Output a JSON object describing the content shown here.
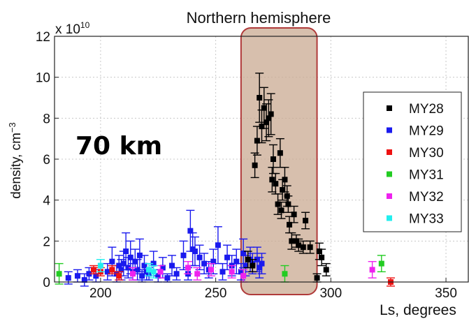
{
  "chart_data": {
    "type": "scatter",
    "title": "Northern hemisphere",
    "xlabel": "Ls, degrees",
    "ylabel": "density, cm",
    "ylabel_superscript": "−3",
    "y_multiplier": "x 10",
    "y_multiplier_exp": "10",
    "annotation": "70 km",
    "xlim": [
      180,
      360
    ],
    "ylim": [
      0,
      12
    ],
    "xticks": [
      200,
      250,
      300,
      350
    ],
    "yticks": [
      0,
      2,
      4,
      6,
      8,
      10,
      12
    ],
    "grid": true,
    "legend_position": "right",
    "highlight_band": {
      "x_start": 261,
      "x_end": 294,
      "color": "#c9aa91"
    },
    "series": [
      {
        "name": "MY28",
        "color": "#000000",
        "points": [
          [
            267,
            5.7,
            0.6
          ],
          [
            268,
            6.9,
            0.7
          ],
          [
            269,
            9.0,
            1.2
          ],
          [
            270,
            7.6,
            0.8
          ],
          [
            271,
            8.5,
            1.0
          ],
          [
            272,
            7.8,
            0.9
          ],
          [
            273,
            8.0,
            0.9
          ],
          [
            274,
            8.2,
            1.0
          ],
          [
            274.5,
            5.0,
            0.6
          ],
          [
            275,
            6.0,
            0.7
          ],
          [
            276,
            4.8,
            0.5
          ],
          [
            277,
            3.8,
            0.5
          ],
          [
            278,
            6.3,
            0.7
          ],
          [
            278.5,
            3.5,
            0.4
          ],
          [
            279,
            4.5,
            0.5
          ],
          [
            280,
            5.0,
            0.6
          ],
          [
            281,
            4.2,
            0.5
          ],
          [
            281.5,
            3.8,
            0.4
          ],
          [
            282,
            2.8,
            0.4
          ],
          [
            283,
            2.0,
            0.4
          ],
          [
            284,
            3.3,
            0.4
          ],
          [
            285,
            2.0,
            0.3
          ],
          [
            286,
            1.8,
            0.3
          ],
          [
            288,
            1.7,
            0.3
          ],
          [
            289,
            3.0,
            0.4
          ],
          [
            291,
            1.7,
            0.3
          ],
          [
            294,
            0.2,
            0.2
          ],
          [
            295,
            1.5,
            0.4
          ],
          [
            296,
            1.2,
            0.4
          ],
          [
            298,
            0.6,
            0.3
          ],
          [
            266,
            0.8,
            0.3
          ],
          [
            264,
            1.1,
            0.4
          ]
        ]
      },
      {
        "name": "MY29",
        "color": "#1a1aee",
        "points": [
          [
            186,
            0.2,
            0.3
          ],
          [
            190,
            0.3,
            0.3
          ],
          [
            193,
            0.1,
            0.3
          ],
          [
            195,
            0.4,
            0.3
          ],
          [
            198,
            0.3,
            0.3
          ],
          [
            203,
            0.5,
            0.4
          ],
          [
            205,
            1.0,
            0.7
          ],
          [
            207,
            0.4,
            0.4
          ],
          [
            208,
            0.8,
            0.5
          ],
          [
            209,
            0.6,
            0.5
          ],
          [
            210,
            0.9,
            0.6
          ],
          [
            211,
            1.5,
            0.9
          ],
          [
            212,
            0.7,
            0.5
          ],
          [
            213,
            1.2,
            0.8
          ],
          [
            214,
            0.5,
            0.4
          ],
          [
            215,
            1.0,
            0.6
          ],
          [
            216,
            0.6,
            0.5
          ],
          [
            217,
            1.3,
            0.8
          ],
          [
            218,
            0.3,
            0.3
          ],
          [
            219,
            0.8,
            0.5
          ],
          [
            220,
            0.5,
            0.4
          ],
          [
            221,
            0.4,
            0.3
          ],
          [
            223,
            0.9,
            0.6
          ],
          [
            225,
            0.3,
            0.3
          ],
          [
            227,
            0.7,
            0.5
          ],
          [
            229,
            0.2,
            0.2
          ],
          [
            231,
            0.8,
            0.5
          ],
          [
            233,
            0.4,
            0.3
          ],
          [
            236,
            1.3,
            0.7
          ],
          [
            238,
            0.4,
            0.3
          ],
          [
            239,
            2.5,
            1.0
          ],
          [
            240,
            1.6,
            0.8
          ],
          [
            241,
            1.5,
            0.7
          ],
          [
            243,
            1.2,
            0.6
          ],
          [
            245,
            0.9,
            0.5
          ],
          [
            247,
            0.6,
            0.4
          ],
          [
            249,
            1.0,
            0.6
          ],
          [
            251,
            1.8,
            0.9
          ],
          [
            253,
            0.5,
            0.4
          ],
          [
            255,
            1.2,
            0.6
          ],
          [
            257,
            0.8,
            0.5
          ],
          [
            259,
            1.0,
            0.6
          ],
          [
            261,
            0.5,
            0.4
          ],
          [
            262,
            1.4,
            0.7
          ],
          [
            263,
            0.8,
            0.5
          ],
          [
            265,
            1.1,
            0.6
          ],
          [
            266,
            0.9,
            0.5
          ],
          [
            268,
            1.1,
            0.6
          ],
          [
            269,
            0.7,
            0.5
          ],
          [
            270,
            0.9,
            0.5
          ]
        ]
      },
      {
        "name": "MY30",
        "color": "#ee1111",
        "points": [
          [
            197,
            0.6,
            0.2
          ],
          [
            200,
            0.5,
            0.2
          ],
          [
            205,
            0.6,
            0.2
          ],
          [
            208,
            0.3,
            0.2
          ],
          [
            326,
            0.0,
            0.2
          ]
        ]
      },
      {
        "name": "MY31",
        "color": "#22cc22",
        "points": [
          [
            182,
            0.4,
            0.5
          ],
          [
            280,
            0.4,
            0.4
          ],
          [
            322,
            0.9,
            0.4
          ]
        ]
      },
      {
        "name": "MY32",
        "color": "#ee22ee",
        "points": [
          [
            214,
            0.4,
            0.3
          ],
          [
            226,
            0.5,
            0.3
          ],
          [
            238,
            0.7,
            0.3
          ],
          [
            242,
            0.4,
            0.3
          ],
          [
            248,
            0.6,
            0.3
          ],
          [
            257,
            0.5,
            0.3
          ],
          [
            262,
            0.3,
            0.3
          ],
          [
            318,
            0.6,
            0.4
          ]
        ]
      },
      {
        "name": "MY33",
        "color": "#22eeee",
        "points": [
          [
            200,
            0.8,
            0.3
          ],
          [
            221,
            0.6,
            0.3
          ],
          [
            223,
            0.5,
            0.3
          ]
        ]
      }
    ]
  }
}
